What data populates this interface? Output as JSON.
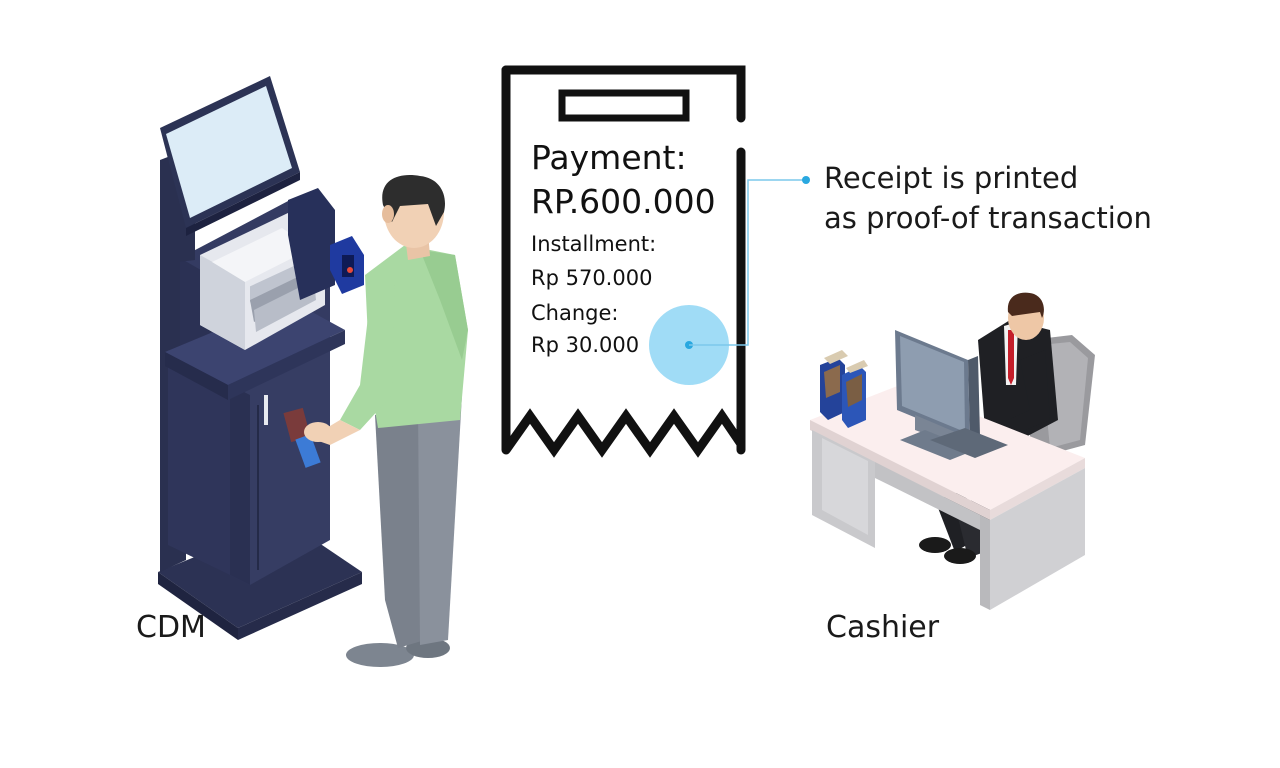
{
  "labels": {
    "cdm": "CDM",
    "cashier": "Cashier"
  },
  "receipt": {
    "payment_label": "Payment:",
    "payment_amount": "RP.600.000",
    "installment_label": "Installment:",
    "installment_amount": "Rp 570.000",
    "change_label": "Change:",
    "change_amount": "Rp 30.000"
  },
  "callout": {
    "line1": "Receipt is printed",
    "line2": "as proof-of transaction"
  },
  "colors": {
    "accent": "#29a8e0",
    "highlight": "#8fd6f5",
    "machine": "#2e3457",
    "shirt": "#a8d8a0"
  },
  "icons": {
    "kiosk": "cash-deposit-machine-illustration",
    "customer": "customer-person-illustration",
    "cashier": "cashier-at-desk-illustration",
    "receipt": "receipt-icon"
  }
}
